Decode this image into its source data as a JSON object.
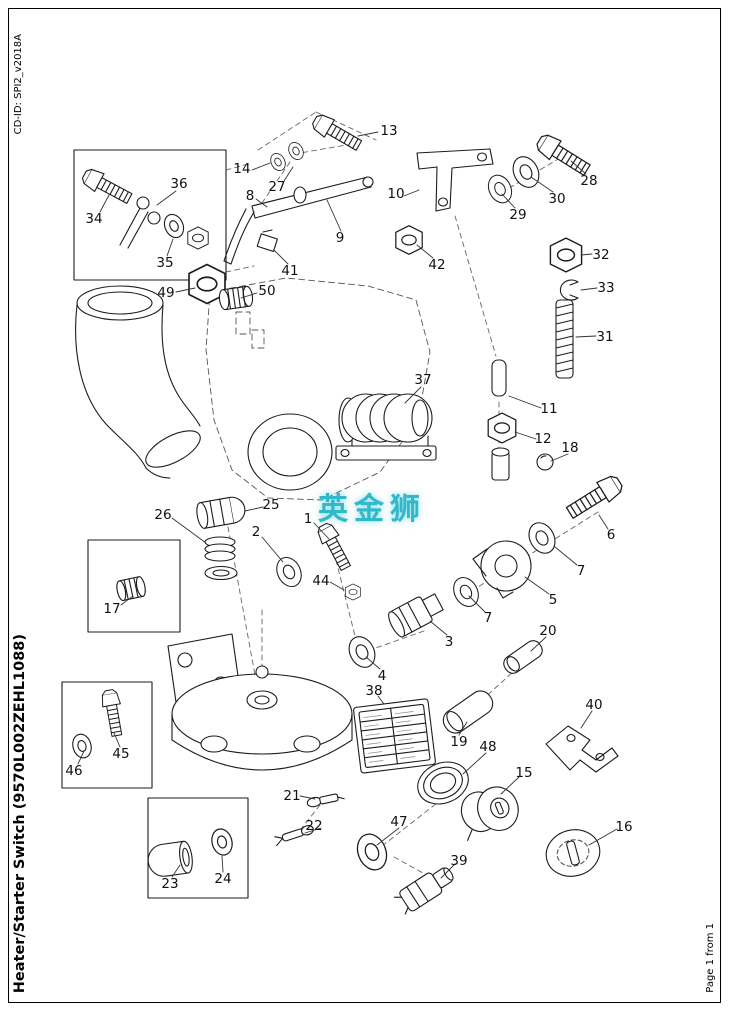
{
  "page": {
    "cd_id": "CD-ID: SPI2_v2018A",
    "title": "Heater/Starter Switch (9570L002ZEHL1088)",
    "page_label": "Page 1 from 1"
  },
  "watermark": {
    "text": "英金狮",
    "color": "#2fb9ca"
  },
  "callouts": [
    {
      "label": "13"
    },
    {
      "label": "14"
    },
    {
      "label": "27"
    },
    {
      "label": "8"
    },
    {
      "label": "36"
    },
    {
      "label": "34"
    },
    {
      "label": "35"
    },
    {
      "label": "41"
    },
    {
      "label": "49"
    },
    {
      "label": "50"
    },
    {
      "label": "9"
    },
    {
      "label": "10"
    },
    {
      "label": "42"
    },
    {
      "label": "29"
    },
    {
      "label": "30"
    },
    {
      "label": "28"
    },
    {
      "label": "32"
    },
    {
      "label": "33"
    },
    {
      "label": "31"
    },
    {
      "label": "37"
    },
    {
      "label": "11"
    },
    {
      "label": "12"
    },
    {
      "label": "18"
    },
    {
      "label": "25"
    },
    {
      "label": "26"
    },
    {
      "label": "1"
    },
    {
      "label": "2"
    },
    {
      "label": "44"
    },
    {
      "label": "17"
    },
    {
      "label": "3"
    },
    {
      "label": "4"
    },
    {
      "label": "6"
    },
    {
      "label": "7"
    },
    {
      "label": "7"
    },
    {
      "label": "5"
    },
    {
      "label": "20"
    },
    {
      "label": "38"
    },
    {
      "label": "19"
    },
    {
      "label": "48"
    },
    {
      "label": "40"
    },
    {
      "label": "45"
    },
    {
      "label": "46"
    },
    {
      "label": "21"
    },
    {
      "label": "22"
    },
    {
      "label": "15"
    },
    {
      "label": "47"
    },
    {
      "label": "23"
    },
    {
      "label": "24"
    },
    {
      "label": "39"
    },
    {
      "label": "16"
    }
  ]
}
